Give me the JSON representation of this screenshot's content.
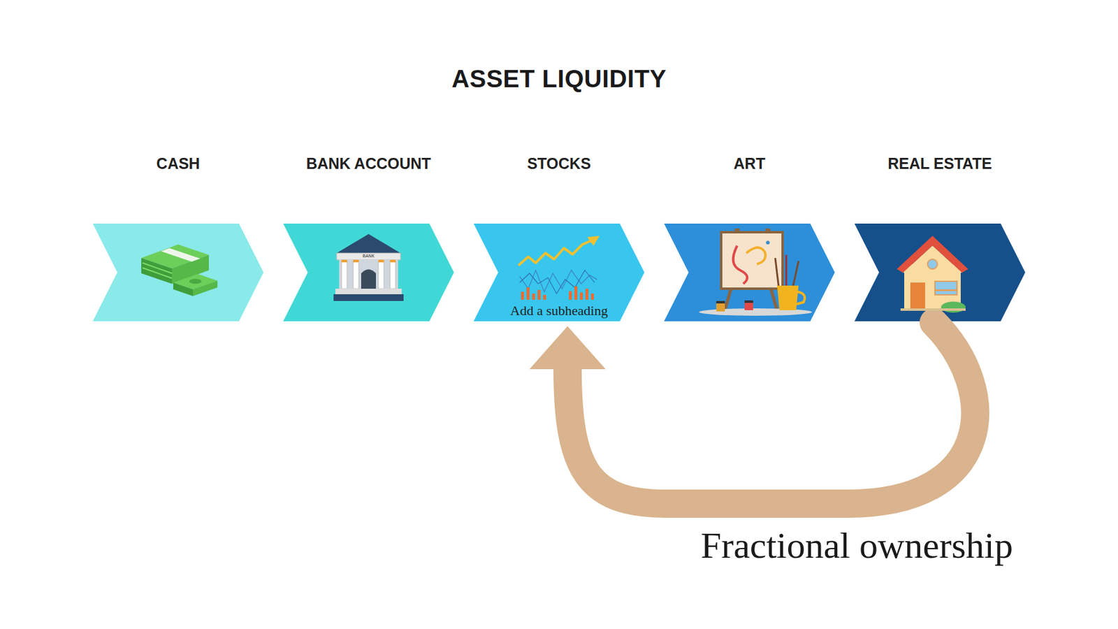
{
  "diagram": {
    "title": "ASSET LIQUIDITY",
    "nodes": [
      {
        "text": [
          "CASH"
        ]
      },
      {
        "text": [
          "BANK ACCOUNT"
        ]
      },
      {
        "text": [
          "STOCKS",
          "Add a subheading"
        ]
      },
      {
        "text": [
          "ART"
        ]
      },
      {
        "text": [
          "REAL ESTATE"
        ]
      }
    ],
    "edges": [
      {
        "from": 4,
        "to": 2,
        "arrow": "to",
        "label": "Fractional ownership"
      }
    ],
    "labels": [
      "BANK"
    ]
  }
}
